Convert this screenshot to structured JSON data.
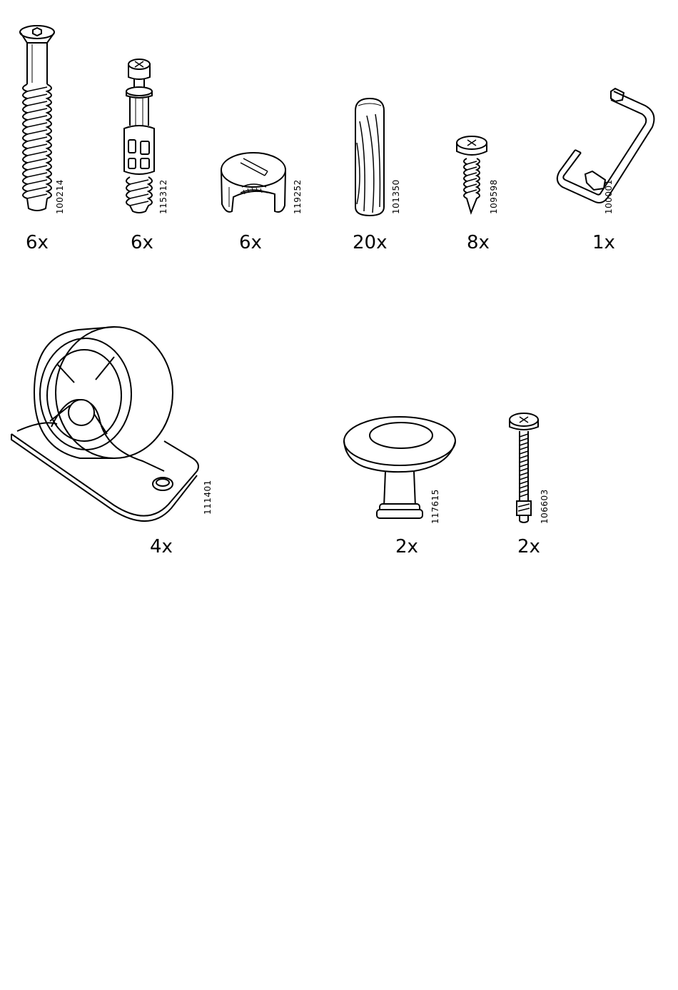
{
  "parts": [
    {
      "id": "bolt-100214",
      "number": "100214",
      "quantity": "6x",
      "icon": "countersunk-hex-bolt"
    },
    {
      "id": "dowel-115312",
      "number": "115312",
      "quantity": "6x",
      "icon": "cam-dowel"
    },
    {
      "id": "cam-119252",
      "number": "119252",
      "quantity": "6x",
      "icon": "cam-lock"
    },
    {
      "id": "pin-101350",
      "number": "101350",
      "quantity": "20x",
      "icon": "wooden-dowel"
    },
    {
      "id": "screw-109598",
      "number": "109598",
      "quantity": "8x",
      "icon": "wood-screw"
    },
    {
      "id": "key-100001",
      "number": "100001",
      "quantity": "1x",
      "icon": "allen-key"
    },
    {
      "id": "wheel-111401",
      "number": "111401",
      "quantity": "4x",
      "icon": "caster-wheel"
    },
    {
      "id": "knob-117615",
      "number": "117615",
      "quantity": "2x",
      "icon": "knob"
    },
    {
      "id": "screw-106603",
      "number": "106603",
      "quantity": "2x",
      "icon": "machine-screw"
    }
  ]
}
